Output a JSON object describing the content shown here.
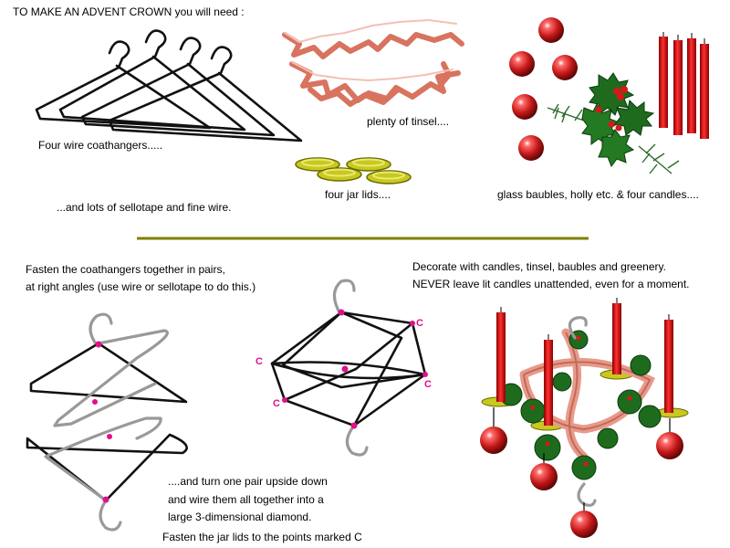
{
  "title": "TO MAKE AN ADVENT CROWN  you will need :",
  "materials": {
    "coathangers": "Four wire coathangers.....",
    "sellotape": "...and lots of sellotape and fine wire.",
    "tinsel": "plenty of tinsel....",
    "jar_lids": "four jar lids....",
    "decorations": "glass baubles, holly etc. &  four candles...."
  },
  "steps": {
    "fasten_line1": "Fasten the coathangers together in pairs,",
    "fasten_line2": "at right angles (use wire or sellotape to do this.)",
    "decorate_line1": "Decorate with candles, tinsel, baubles and greenery.",
    "decorate_line2": "NEVER leave lit candles unattended, even for a moment.",
    "turn_line1": "....and turn one pair upside down",
    "turn_line2": "and wire them all together into a",
    "turn_line3": "large 3-dimensional diamond.",
    "jar_lids_note": "Fasten the jar lids to the points marked C"
  },
  "point_label": "C",
  "colors": {
    "divider": "#808000",
    "candle": "#d81818",
    "bauble": "#c41818",
    "tinsel": "#e89a8a",
    "holly": "#1e6b1e",
    "jar_lid": "#c8c820",
    "marker": "#e0108a"
  }
}
